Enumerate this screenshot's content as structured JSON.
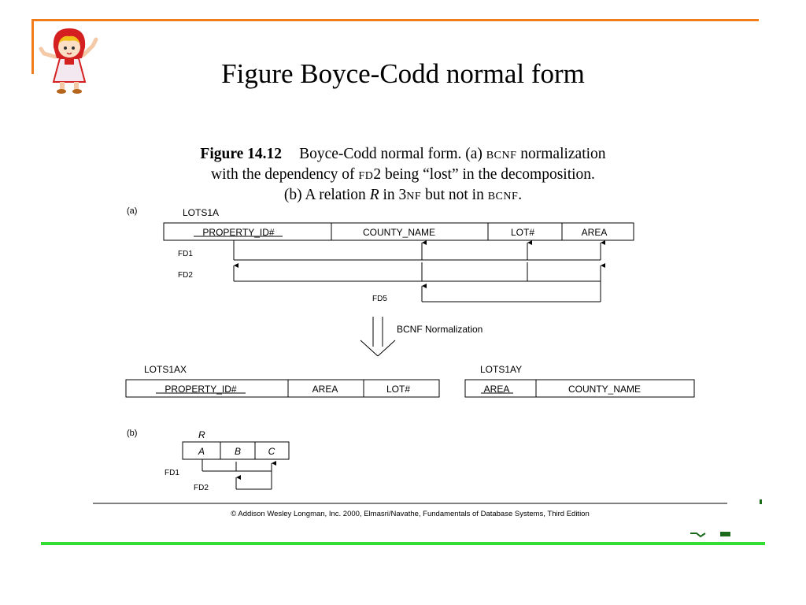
{
  "slide": {
    "title": "Figure Boyce-Codd normal form"
  },
  "caption": {
    "figure_label": "Figure 14.12",
    "line1_a": "Boyce-Codd normal form. (a) ",
    "line1_sc": "BCNF",
    "line1_b": " normalization",
    "line2_a": "with the dependency of ",
    "line2_sc": "FD",
    "line2_b": "2 being “lost” in the decomposition.",
    "line3_a": "(b) A relation ",
    "line3_r": "R",
    "line3_b": " in 3",
    "line3_sc1": "NF",
    "line3_c": " but not in ",
    "line3_sc2": "BCNF",
    "line3_d": "."
  },
  "diagram": {
    "part_a_label": "(a)",
    "part_b_label": "(b)",
    "lots1a": {
      "name": "LOTS1A",
      "attributes": [
        "PROPERTY_ID#",
        "COUNTY_NAME",
        "LOT#",
        "AREA"
      ]
    },
    "fd_labels": {
      "fd1": "FD1",
      "fd2": "FD2",
      "fd5": "FD5"
    },
    "normalization_label": "BCNF Normalization",
    "lots1ax": {
      "name": "LOTS1AX",
      "attributes": [
        "PROPERTY_ID#",
        "AREA",
        "LOT#"
      ]
    },
    "lots1ay": {
      "name": "LOTS1AY",
      "attributes": [
        "AREA",
        "COUNTY_NAME"
      ]
    },
    "relation_r": {
      "name": "R",
      "attributes": [
        "A",
        "B",
        "C"
      ]
    },
    "fd_b_labels": {
      "fd1": "FD1",
      "fd2": "FD2"
    },
    "copyright": "© Addison Wesley Longman, Inc. 2000, Elmasri/Navathe, Fundamentals of Database Systems, Third Edition"
  },
  "colors": {
    "accent_top": "#f07d1a",
    "accent_bottom": "#33dd33"
  }
}
